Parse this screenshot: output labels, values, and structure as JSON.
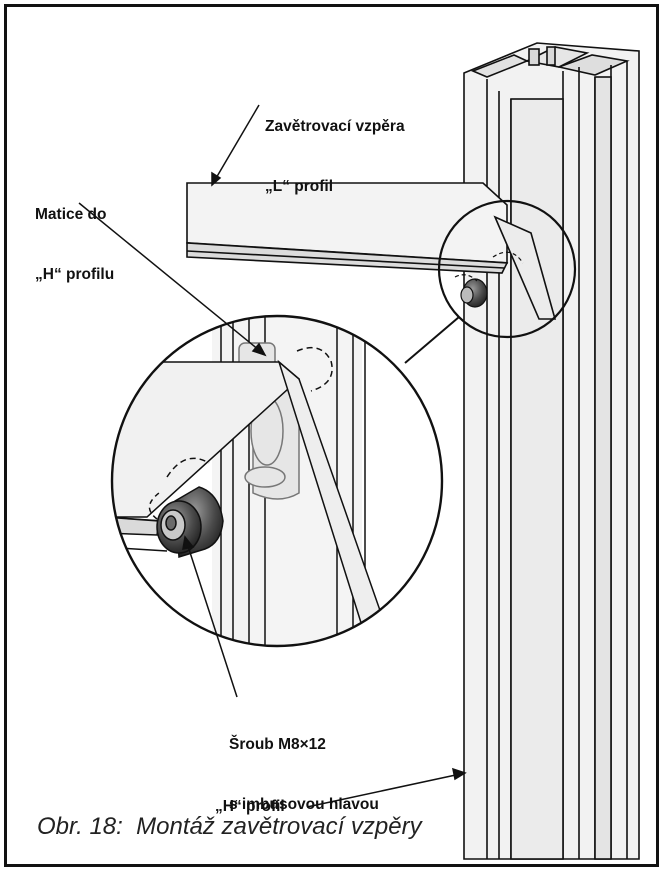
{
  "labels": {
    "brace_line1": "Zavětrovací vzpěra",
    "brace_line2": "„L“ profil",
    "nut_line1": "Matice do",
    "nut_line2": "„H“ profilu",
    "screw_line1": "Šroub M8×12",
    "screw_line2": "s imbusovou hlavou",
    "h_profile": "„H“ profil"
  },
  "caption": "Obr. 18:  Montáž zavětrovací vzpěry"
}
